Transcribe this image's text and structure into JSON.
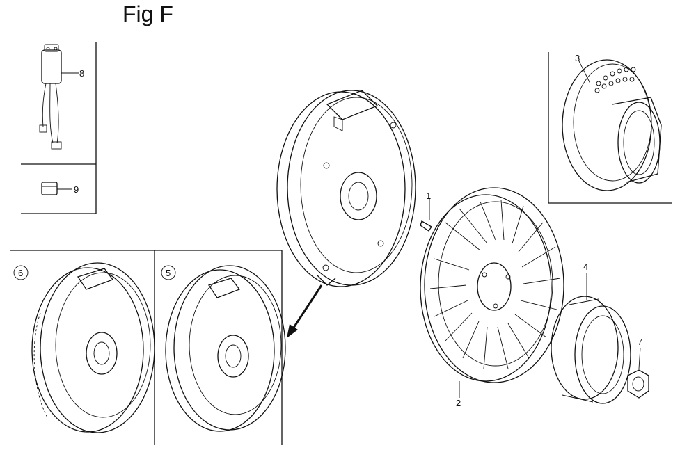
{
  "figure": {
    "title": "Fig F"
  },
  "callouts": {
    "c1": "1",
    "c2": "2",
    "c3": "3",
    "c4": "4",
    "c5": "5",
    "c6": "6",
    "c7": "7",
    "c8": "8",
    "c9": "9"
  }
}
